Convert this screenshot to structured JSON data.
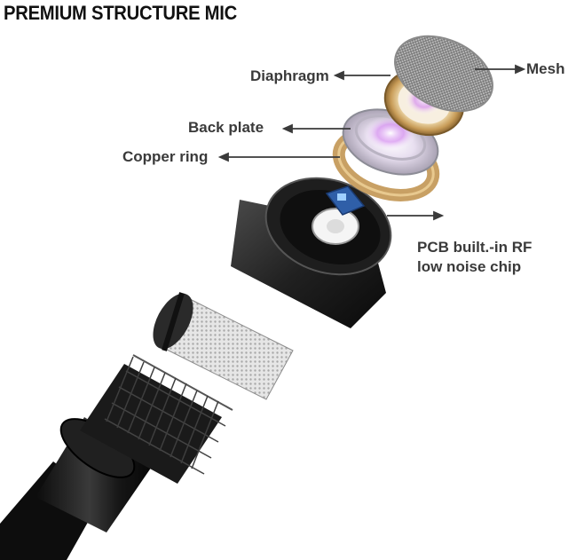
{
  "title": "PREMIUM STRUCTURE MIC",
  "labels": {
    "diaphragm": "Diaphragm",
    "mesh": "Mesh",
    "back_plate": "Back plate",
    "copper_ring": "Copper ring",
    "pcb_line1": "PCB built.-in RF",
    "pcb_line2": "low noise chip"
  },
  "colors": {
    "label_text": "#3a3a3a",
    "title_text": "#111111",
    "mic_body": "#1c1c1c",
    "copper": "#c8a064",
    "mesh": "#cfcfcf"
  }
}
